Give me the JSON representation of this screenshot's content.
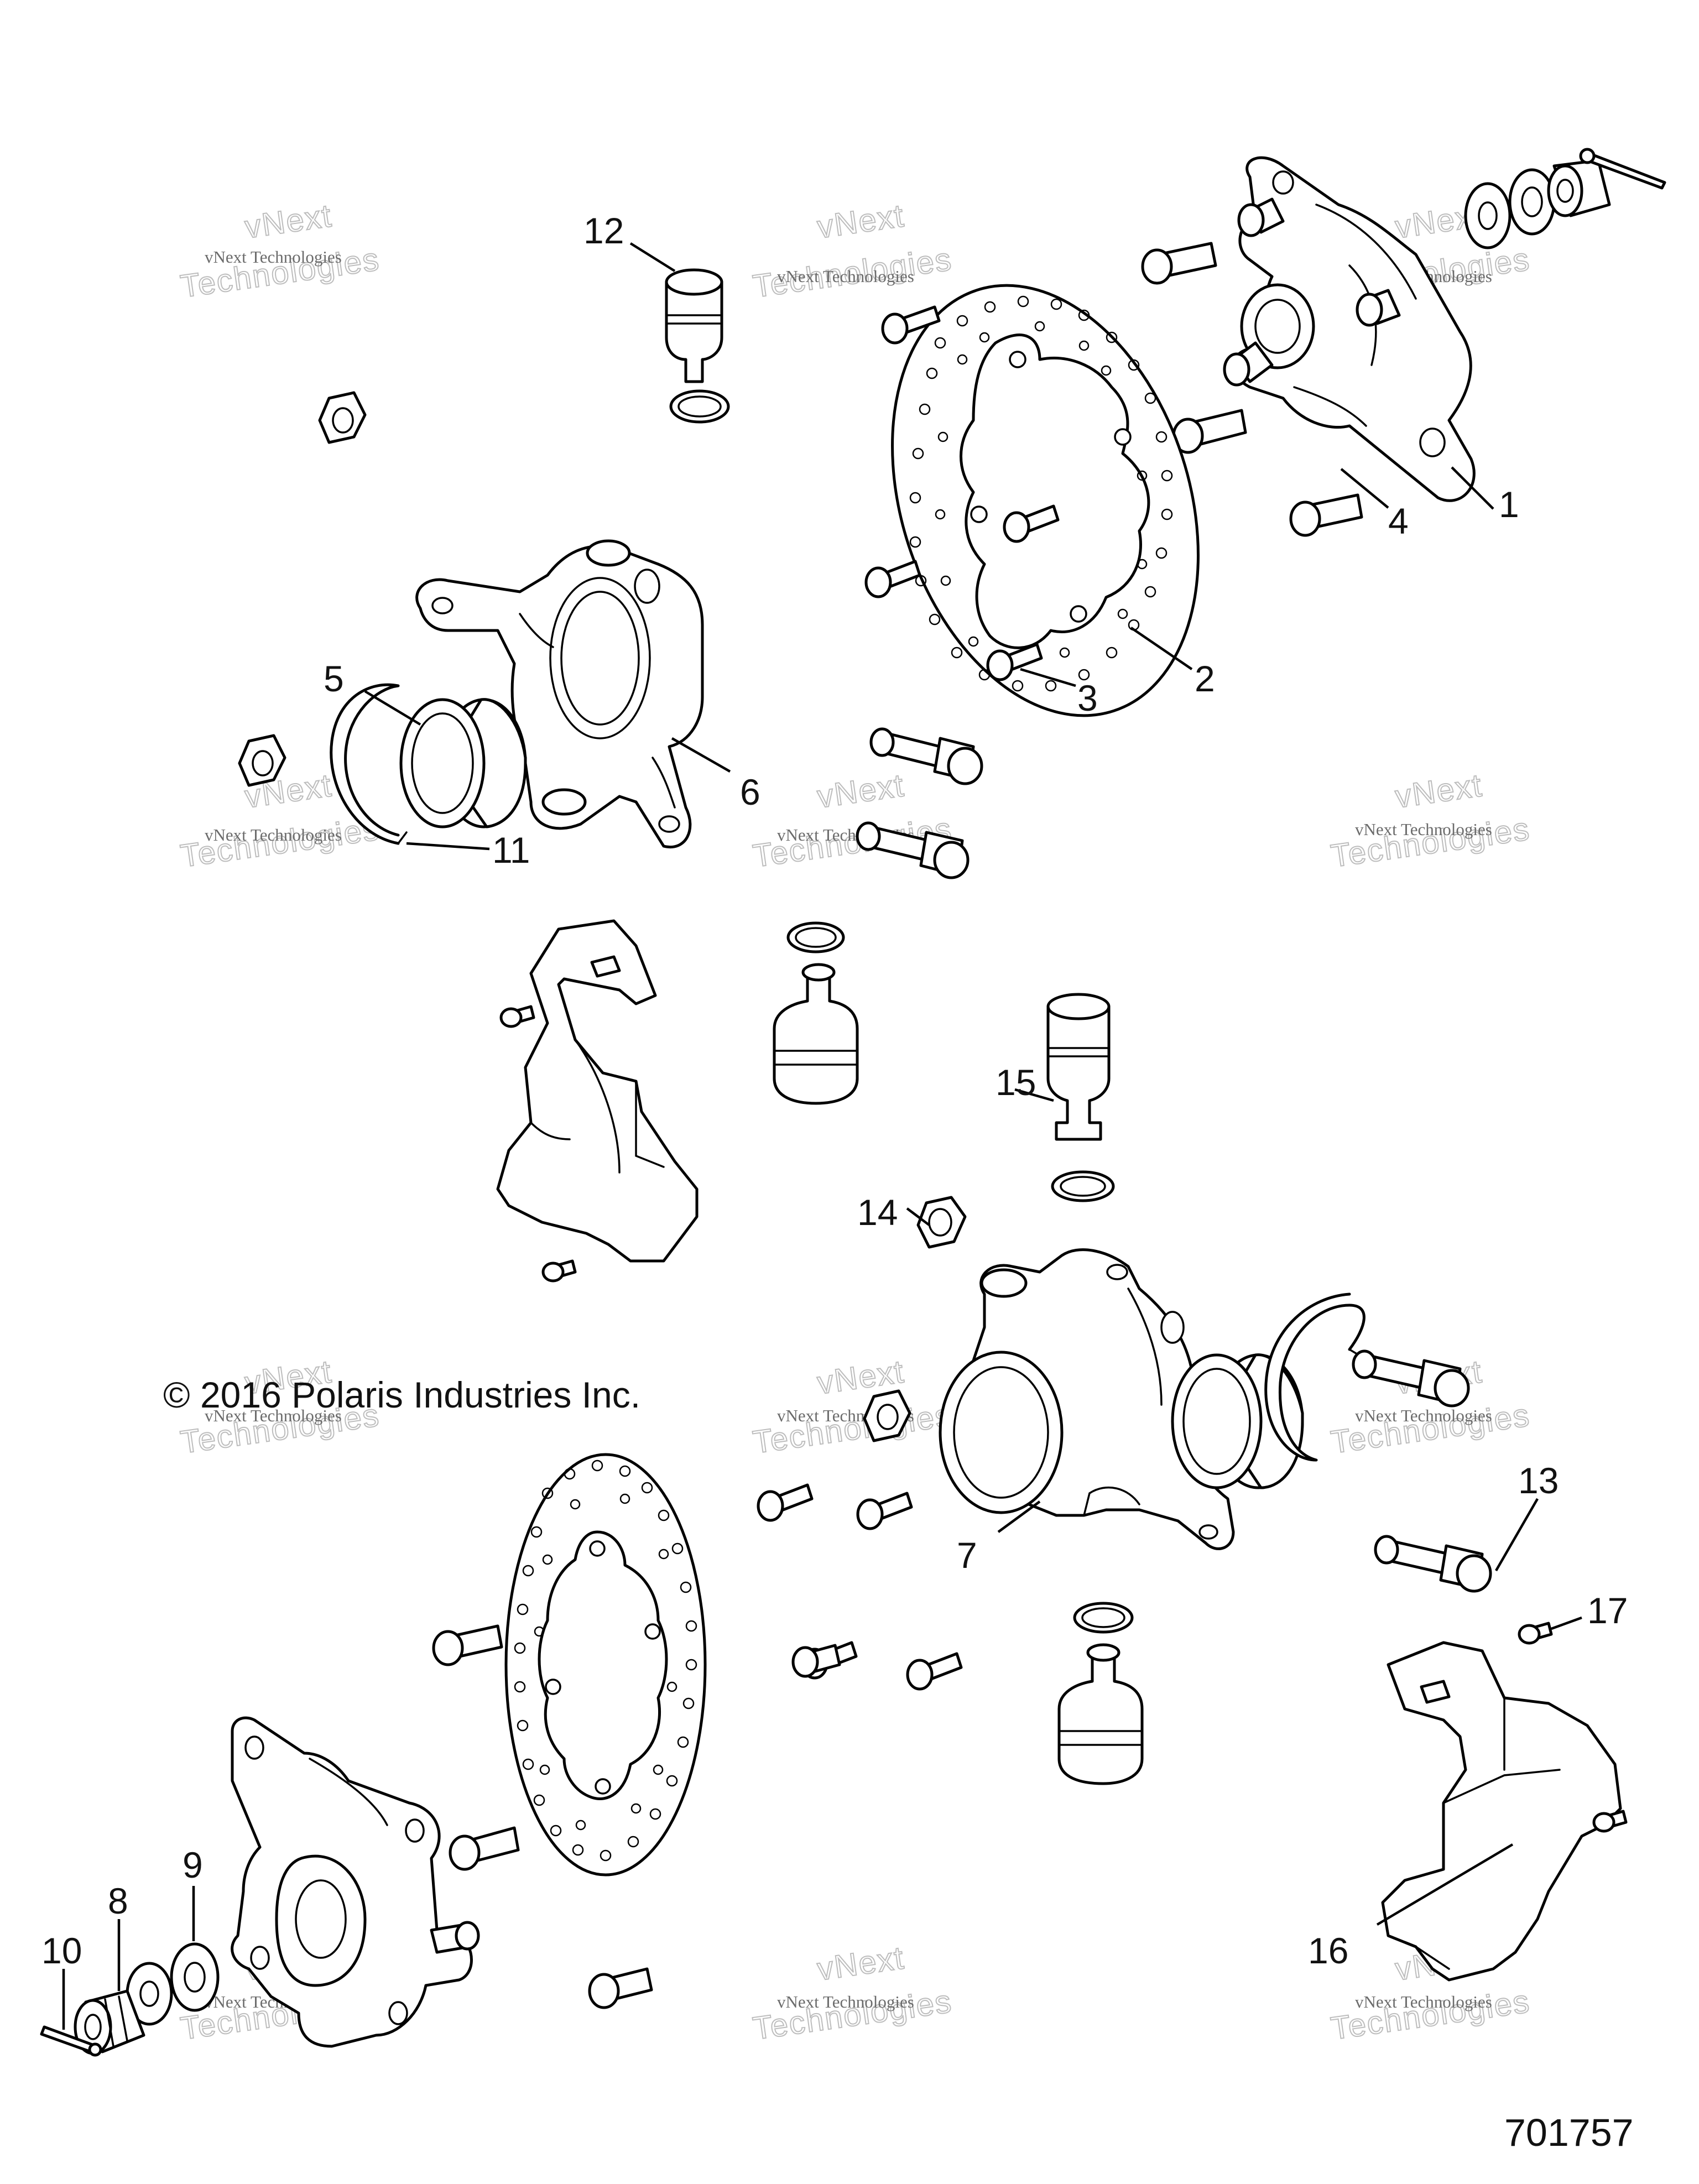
{
  "copyright": "© 2016 Polaris Industries Inc.",
  "figure_number": "701757",
  "watermark": {
    "small": "vNext Technologies",
    "big_line1": "vNext",
    "big_line2": "Technologies"
  },
  "callouts": [
    "1",
    "2",
    "3",
    "4",
    "5",
    "6",
    "7",
    "8",
    "9",
    "10",
    "11",
    "12",
    "13",
    "14",
    "15",
    "16",
    "17"
  ]
}
